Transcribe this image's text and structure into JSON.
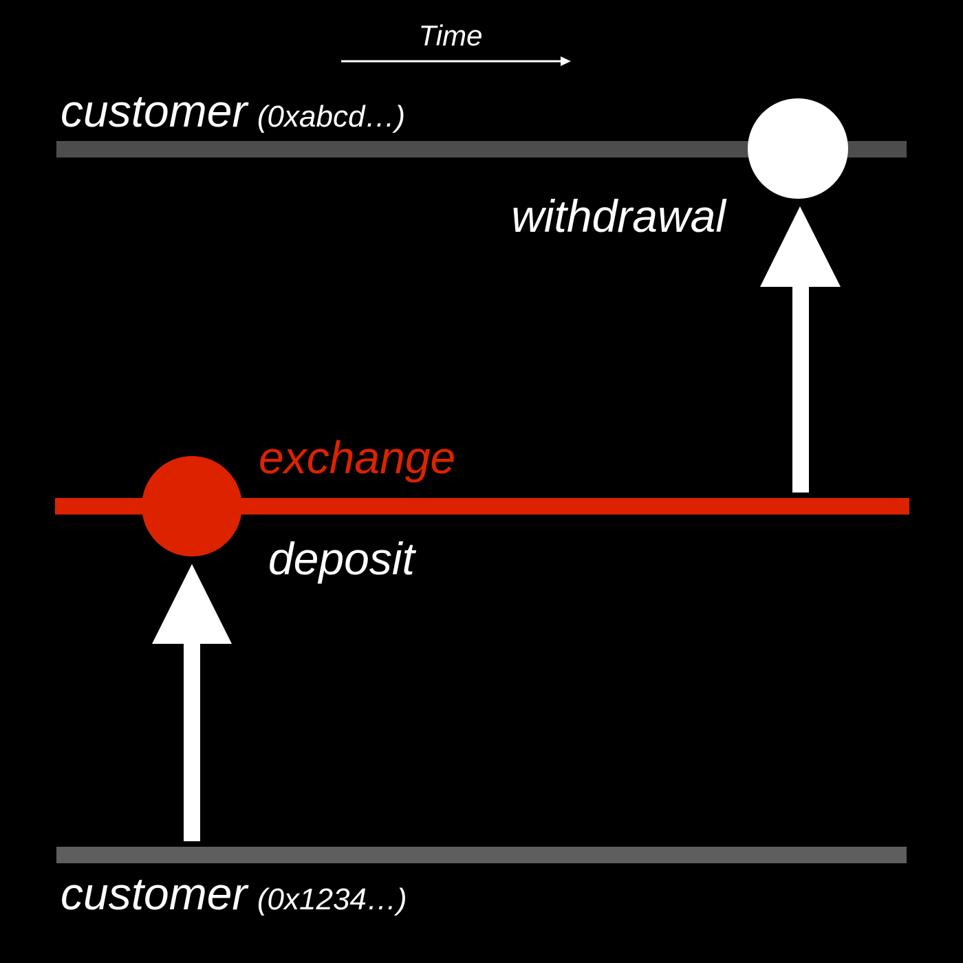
{
  "time_axis": {
    "label": "Time"
  },
  "lanes": {
    "top_customer": {
      "name": "customer",
      "address": "(0xabcd…)"
    },
    "exchange": {
      "name": "exchange"
    },
    "bottom_customer": {
      "name": "customer",
      "address": "(0x1234…)"
    }
  },
  "events": {
    "deposit": {
      "label": "deposit",
      "from": "bottom_customer",
      "to": "exchange"
    },
    "withdrawal": {
      "label": "withdrawal",
      "from": "exchange",
      "to": "top_customer"
    }
  },
  "colors": {
    "background": "#000000",
    "customer_lane": "#4d4d4d",
    "customer_lane_bottom": "#5e5e5e",
    "exchange": "#dd2200",
    "text": "#ffffff",
    "arrow": "#ffffff"
  }
}
